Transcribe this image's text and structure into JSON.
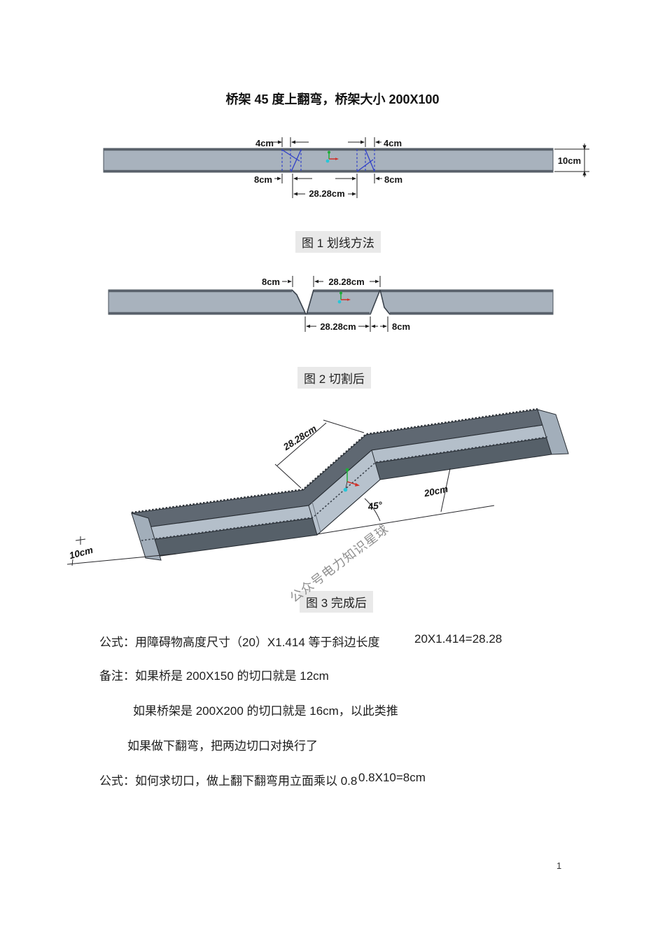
{
  "page": {
    "title": "桥架 45 度上翻弯，桥架大小 200X100",
    "page_number": "1",
    "watermark": "公众号电力知识星球"
  },
  "fig1": {
    "caption": "图 1 划线方法",
    "dims": {
      "top_left": "4cm",
      "top_right": "4cm",
      "height": "10cm",
      "bottom_left": "8cm",
      "bottom_right": "8cm",
      "span": "28.28cm"
    }
  },
  "fig2": {
    "caption": "图 2 切割后",
    "dims": {
      "top_left": "8cm",
      "top_span": "28.28cm",
      "bottom_span": "28.28cm",
      "bottom_right": "8cm"
    }
  },
  "fig3": {
    "caption": "图 3 完成后",
    "dims": {
      "slope": "28.28cm",
      "angle": "45°",
      "rise": "20cm",
      "depth": "10cm"
    }
  },
  "notes": {
    "p1a": "公式：用障碍物高度尺寸（20）X1.414 等于斜边长度",
    "p1b": "20X1.414=28.28",
    "p2": "备注：如果桥是 200X150 的切口就是 12cm",
    "p3": "如果桥架是 200X200 的切口就是 16cm，以此类推",
    "p4": "如果做下翻弯，把两边切口对换行了",
    "p5a": "公式：如何求切口，做上翻下翻弯用立面乘以 0.8",
    "p5b": "0.8X10=8cm"
  },
  "colors": {
    "tray_fill": "#a8b2bd",
    "tray_edge": "#59616b",
    "mark_blue": "#3040c8",
    "dimension": "#1f1f1f",
    "tray_dark": "#5f6872",
    "tray_floor": "#b4bfca",
    "caption_bg": "#e9e9e9",
    "watermark_gray": "#8f8f8f"
  }
}
